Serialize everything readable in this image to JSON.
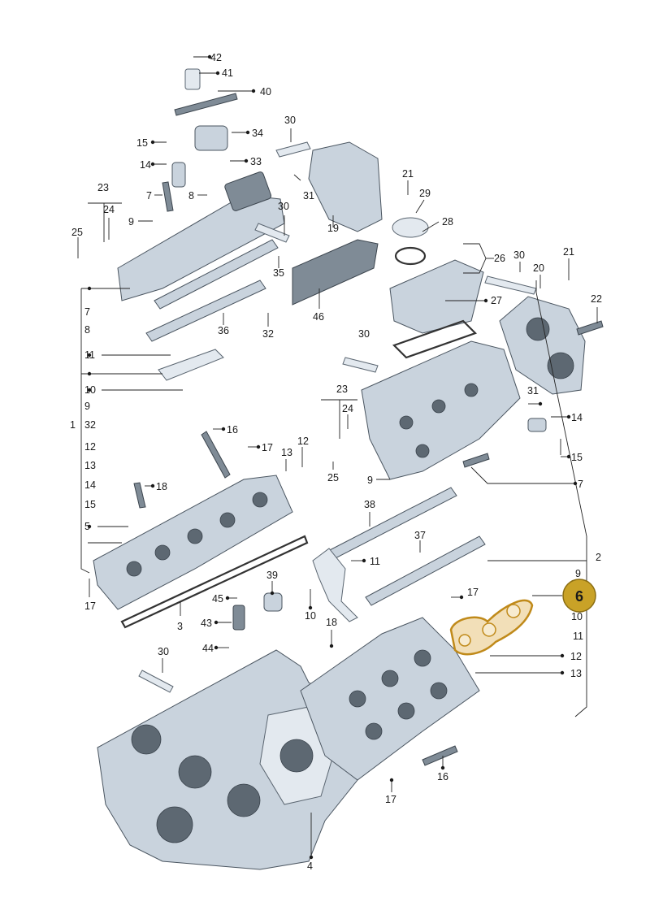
{
  "callouts": {
    "c42": "42",
    "c41": "41",
    "c40": "40",
    "c34": "34",
    "c33": "33",
    "c15a": "15",
    "c14a": "14",
    "c7a": "7",
    "c8a": "8",
    "c30a": "30",
    "c31a": "31",
    "c19": "19",
    "c23a": "23",
    "c24a": "24",
    "c9a": "9",
    "c25a": "25",
    "c30b": "30",
    "c35": "35",
    "c21a": "21",
    "c29": "29",
    "c28": "28",
    "c26": "26",
    "c30c": "30",
    "c21b": "21",
    "c20": "20",
    "c46": "46",
    "c36": "36",
    "c32a": "32",
    "c27": "27",
    "c22": "22",
    "l7": "7",
    "l8": "8",
    "l11": "11",
    "l10": "10",
    "l9": "9",
    "l1": "1",
    "l32": "32",
    "l12": "12",
    "l13": "13",
    "l14": "14",
    "l15": "15",
    "l5": "5",
    "c30d": "30",
    "c23b": "23",
    "c24b": "24",
    "c31b": "31",
    "c14b": "14",
    "c15b": "15",
    "c16a": "16",
    "c17a": "17",
    "c13a": "13",
    "c12a": "12",
    "c18a": "18",
    "c25b": "25",
    "c9b": "9",
    "c7b": "7",
    "c38": "38",
    "c37": "37",
    "c11b": "11",
    "c2": "2",
    "c17b": "17",
    "c39": "39",
    "c3": "3",
    "c10b": "10",
    "c45": "45",
    "c43": "43",
    "c44": "44",
    "c17c": "17",
    "c18b": "18",
    "c30e": "30",
    "r9": "9",
    "r6": "6",
    "r10": "10",
    "r11": "11",
    "r12": "12",
    "r13": "13",
    "c16b": "16",
    "c17d": "17",
    "c4": "4"
  },
  "highlight": {
    "callout": "6",
    "fill": "#c9a227",
    "stroke": "#8a6d12",
    "gasket_color": "#c08a1a"
  }
}
